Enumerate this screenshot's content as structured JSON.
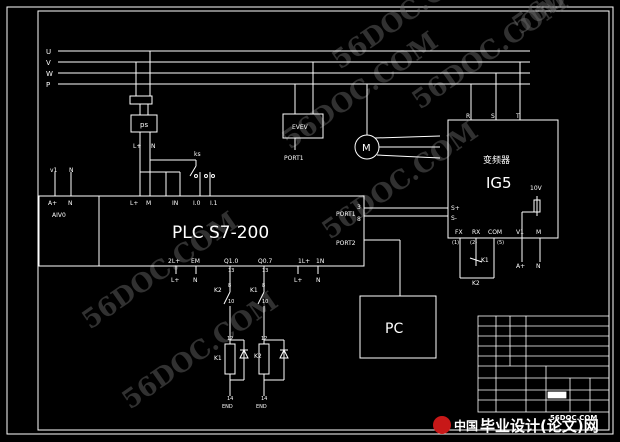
{
  "diagram": {
    "bus_labels": [
      "U",
      "V",
      "W",
      "P"
    ],
    "ps_label": "ps",
    "l_plus": "L+",
    "n_label": "N",
    "evev_label": "EVEV",
    "port1_label": "PORT1",
    "motor_label": "M",
    "aivo": {
      "ports": [
        "A+",
        "N"
      ],
      "v1": "v1",
      "n": "N",
      "label": "AIV0"
    },
    "plc": {
      "title": "PLC  S7-200",
      "top_ports": [
        "L+",
        "M",
        "IN",
        "I.0",
        "I.1"
      ],
      "right_port1": "PORT1",
      "right_port2": "PORT2",
      "pin3": "3",
      "pin8": "8",
      "bottom_ports": [
        "2L+",
        "EM",
        "Q1.0",
        "Q0.7",
        "1L+",
        "1N"
      ],
      "bottom_nums": [
        "13",
        "13"
      ]
    },
    "ks_label": "ks",
    "inverter": {
      "top": [
        "R",
        "S",
        "T"
      ],
      "title_cn": "变频器",
      "model": "IG5",
      "s_plus": "S+",
      "s_minus": "S-",
      "ten_v": "10V",
      "terms": [
        "FX",
        "RX",
        "COM",
        "V1",
        "M"
      ],
      "small": [
        "(1)",
        "(2)",
        "(5)"
      ],
      "bottom": [
        "A+",
        "N"
      ],
      "k1": "K1",
      "k2": "K2"
    },
    "relay_left": {
      "k2": "K2",
      "n8": "8",
      "n10": "10",
      "k1": "K1",
      "n12": "12",
      "n14": "14",
      "end": "END"
    },
    "relay_right": {
      "k1": "K1",
      "n8": "8",
      "n10": "10",
      "k2": "K2",
      "n12": "12",
      "n14": "14",
      "end": "END"
    },
    "bottom_plc": [
      "L+",
      "N",
      "L+",
      "N"
    ],
    "pc_label": "PC",
    "watermark": "56DOC.COM"
  },
  "footer": {
    "brand_zh": "中国",
    "brand_main": "毕业设计(论文)网",
    "site": "56DOC.COM"
  }
}
